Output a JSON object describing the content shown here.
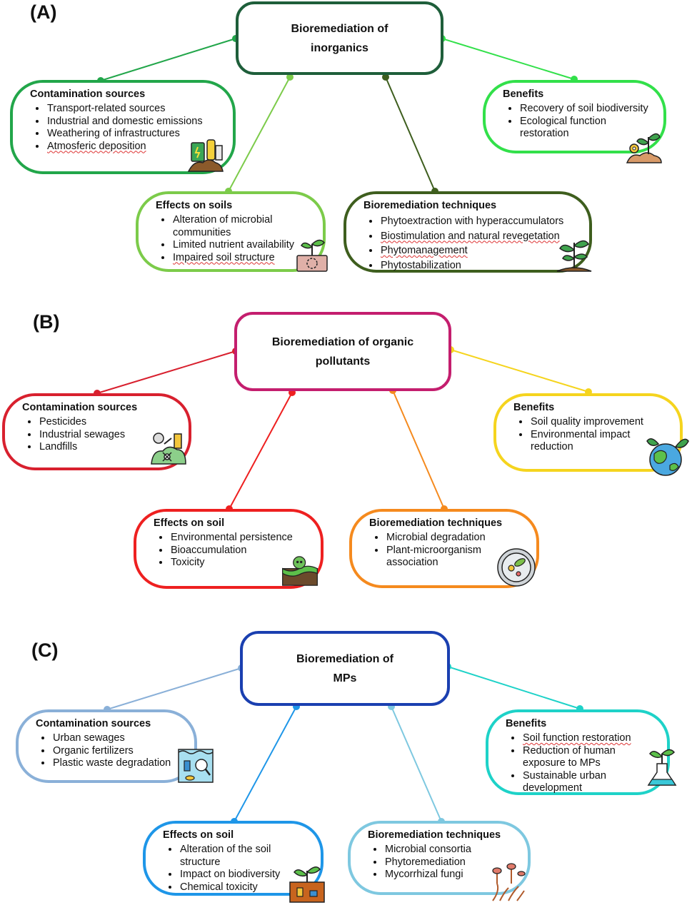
{
  "panels": [
    {
      "label": "(A)",
      "center": {
        "title": "Bioremediation of inorganics",
        "color": "#1e5e3a"
      },
      "nodes": [
        {
          "id": "contamination",
          "title": "Contamination sources",
          "color": "#22a64a",
          "icon": "waste-pile-icon",
          "items": [
            "Transport-related sources",
            "Industrial and domestic emissions",
            "Weathering of infrastructures",
            "Atmosferic deposition"
          ]
        },
        {
          "id": "effects",
          "title": "Effects on soils",
          "color": "#7ccb4a",
          "icon": "soil-sprout-icon",
          "items": [
            "Alteration of microbial communities",
            "Limited nutrient availability",
            "Impaired soil structure"
          ]
        },
        {
          "id": "techniques",
          "title": "Bioremediation techniques",
          "color": "#3e5e1e",
          "icon": "plant-sprout-icon",
          "items": [
            "Phytoextraction with hyperaccumulators",
            "Biostimulation and natural revegetation",
            "Phytomanagement",
            "Phytostabilization"
          ]
        },
        {
          "id": "benefits",
          "title": "Benefits",
          "color": "#32e04a",
          "icon": "growing-plant-gear-icon",
          "items": [
            "Recovery of soil biodiversity",
            "Ecological function restoration"
          ]
        }
      ]
    },
    {
      "label": "(B)",
      "center": {
        "title": "Bioremediation of organic pollutants",
        "color": "#c41e6e"
      },
      "nodes": [
        {
          "id": "contamination",
          "title": "Contamination sources",
          "color": "#d8202e",
          "icon": "toxic-waste-icon",
          "items": [
            "Pesticides",
            "Industrial sewages",
            "Landfills"
          ]
        },
        {
          "id": "effects",
          "title": "Effects on soil",
          "color": "#ee2020",
          "icon": "contaminated-soil-skull-icon",
          "items": [
            "Environmental persistence",
            "Bioaccumulation",
            "Toxicity"
          ]
        },
        {
          "id": "techniques",
          "title": "Bioremediation techniques",
          "color": "#f58a1e",
          "icon": "petri-dish-microbes-icon",
          "items": [
            "Microbial degradation",
            "Plant-microorganism association"
          ]
        },
        {
          "id": "benefits",
          "title": "Benefits",
          "color": "#f5d41e",
          "icon": "green-earth-icon",
          "items": [
            "Soil quality improvement",
            "Environmental impact reduction"
          ]
        }
      ]
    },
    {
      "label": "(C)",
      "center": {
        "title": "Bioremediation of MPs",
        "color": "#1a3fb0"
      },
      "nodes": [
        {
          "id": "contamination",
          "title": "Contamination sources",
          "color": "#8ab0d8",
          "icon": "water-microplastics-icon",
          "items": [
            "Urban sewages",
            "Organic fertilizers",
            "Plastic waste degradation"
          ]
        },
        {
          "id": "effects",
          "title": "Effects on soil",
          "color": "#1e96e8",
          "icon": "soil-plastic-sprout-icon",
          "items": [
            "Alteration of the soil structure",
            "Impact on biodiversity",
            "Chemical toxicity"
          ]
        },
        {
          "id": "techniques",
          "title": "Bioremediation techniques",
          "color": "#7ec8e0",
          "icon": "mycorrhizal-fungi-icon",
          "items": [
            "Microbial consortia",
            "Phytoremediation",
            "Mycorrhizal fungi"
          ]
        },
        {
          "id": "benefits",
          "title": "Benefits",
          "color": "#1ed2c8",
          "icon": "flask-sprout-icon",
          "items": [
            "Soil function restoration",
            "Reduction of human exposure to MPs",
            "Sustainable urban development"
          ]
        }
      ]
    }
  ]
}
